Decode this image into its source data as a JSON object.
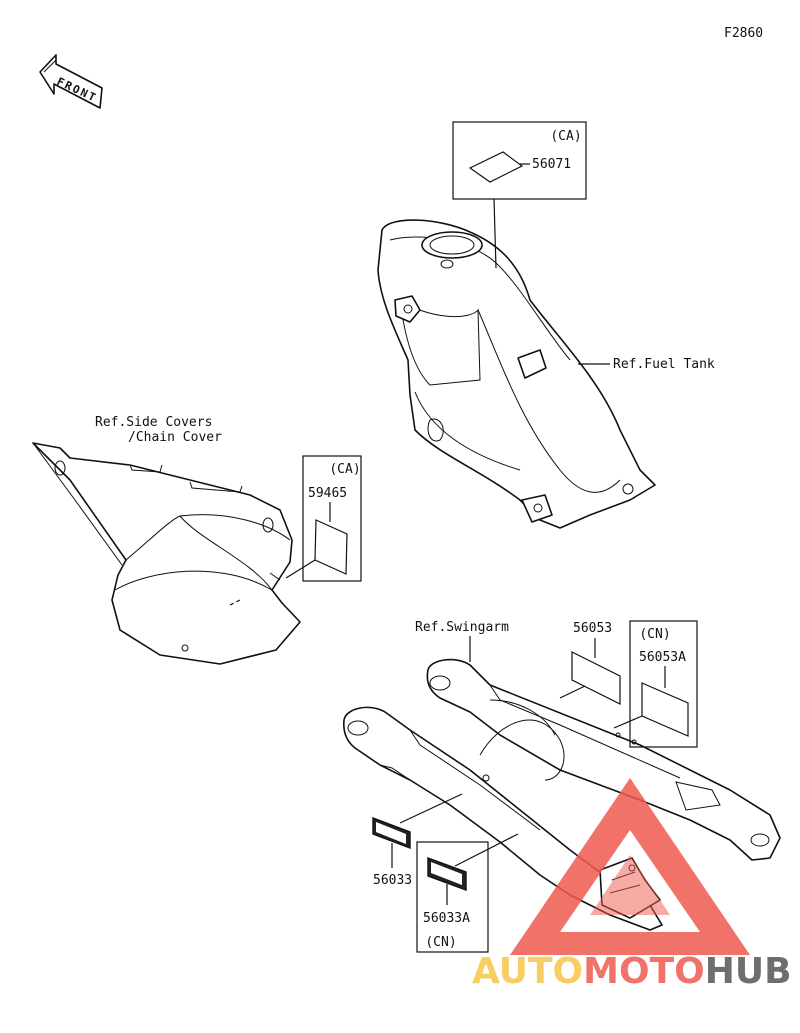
{
  "figure_code": "F2860",
  "front_arrow": {
    "label": "FRONT",
    "icon": "front-arrow-icon"
  },
  "fuel_tank": {
    "ref_label": "Ref.Fuel Tank"
  },
  "side_covers": {
    "ref_label_line1": "Ref.Side Covers",
    "ref_label_line2": "/Chain Cover"
  },
  "swingarm": {
    "ref_label": "Ref.Swingarm"
  },
  "labels": {
    "ca_56071": {
      "region": "(CA)",
      "part": "56071"
    },
    "ca_59465": {
      "region": "(CA)",
      "part": "59465"
    },
    "p56053": {
      "part": "56053"
    },
    "cn_56053a": {
      "region": "(CN)",
      "part": "56053A"
    },
    "p56033": {
      "part": "56033"
    },
    "cn_56033a": {
      "region": "(CN)",
      "part": "56033A"
    }
  },
  "watermark": {
    "part1": "AUTO",
    "part2": "MOTO",
    "part3": "HUB",
    "colors": {
      "yellow": "#f6c64a",
      "red": "#ee5a4f",
      "grey": "#555555"
    }
  }
}
